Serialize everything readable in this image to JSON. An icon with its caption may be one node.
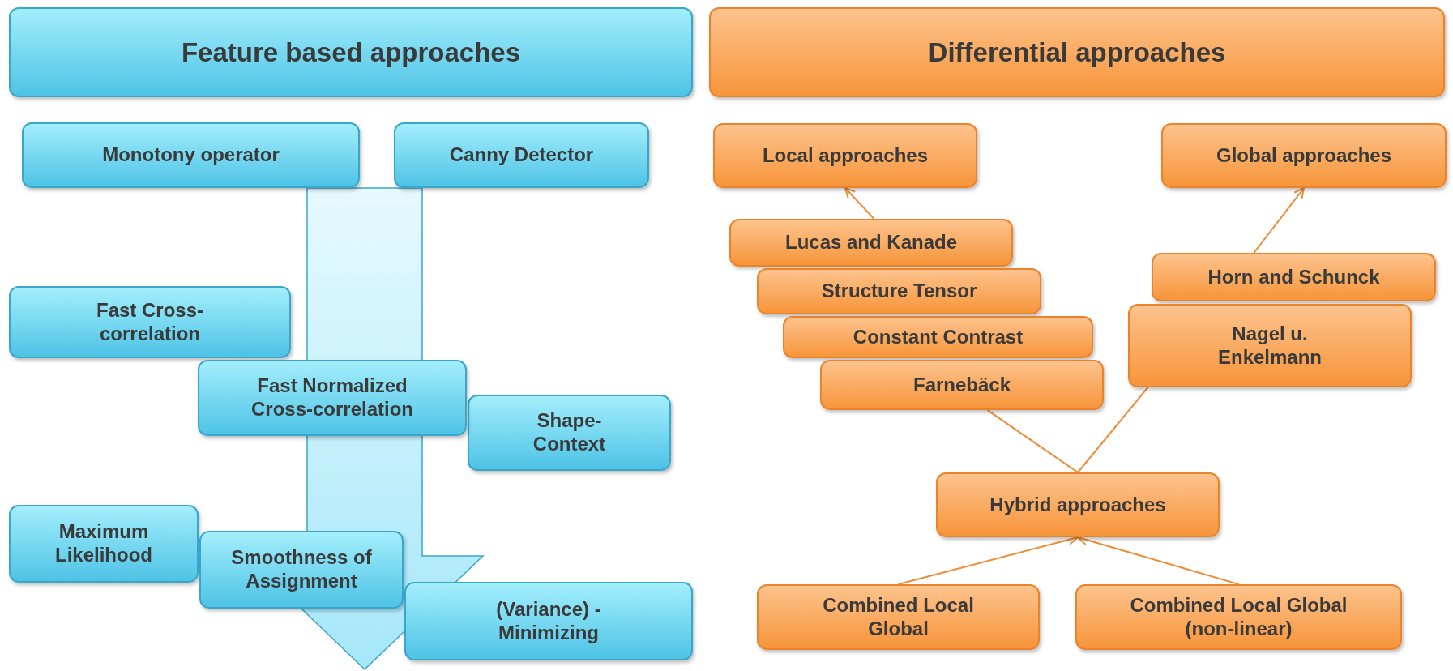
{
  "diagram": {
    "nodes": [
      {
        "text": [
          "Feature based approaches"
        ]
      },
      {
        "text": [
          "Differential approaches"
        ]
      },
      {
        "text": [
          "Monotony operator"
        ]
      },
      {
        "text": [
          "Canny Detector"
        ]
      },
      {
        "text": [
          "Fast Cross-correlation"
        ]
      },
      {
        "text": [
          "Fast Normalized Cross-correlation"
        ]
      },
      {
        "text": [
          "Shape-Context"
        ]
      },
      {
        "text": [
          "Maximum Likelihood"
        ]
      },
      {
        "text": [
          "Smoothness of Assignment"
        ]
      },
      {
        "text": [
          "(Variance) - Minimizing"
        ]
      },
      {
        "text": [
          "Local approaches"
        ]
      },
      {
        "text": [
          "Global approaches"
        ]
      },
      {
        "text": [
          "Lucas and Kanade"
        ]
      },
      {
        "text": [
          "Structure Tensor"
        ]
      },
      {
        "text": [
          "Constant Contrast"
        ]
      },
      {
        "text": [
          "Farnebäck"
        ]
      },
      {
        "text": [
          "Horn and Schunck"
        ]
      },
      {
        "text": [
          "Nagel u. Enkelmann"
        ]
      },
      {
        "text": [
          "Hybrid approaches"
        ]
      },
      {
        "text": [
          "Combined Local Global"
        ]
      },
      {
        "text": [
          "Combined Local Global (non-linear)"
        ]
      }
    ],
    "edges": [
      {
        "from": 2,
        "to": null,
        "arrow": "to",
        "style": "thick"
      },
      {
        "from": 12,
        "to": 10,
        "arrow": "to"
      },
      {
        "from": 16,
        "to": 11,
        "arrow": "to"
      },
      {
        "from": 15,
        "to": 18,
        "arrow": "none"
      },
      {
        "from": 17,
        "to": 18,
        "arrow": "none"
      },
      {
        "from": 19,
        "to": 18,
        "arrow": "to"
      },
      {
        "from": 20,
        "to": 18,
        "arrow": "to"
      }
    ]
  }
}
